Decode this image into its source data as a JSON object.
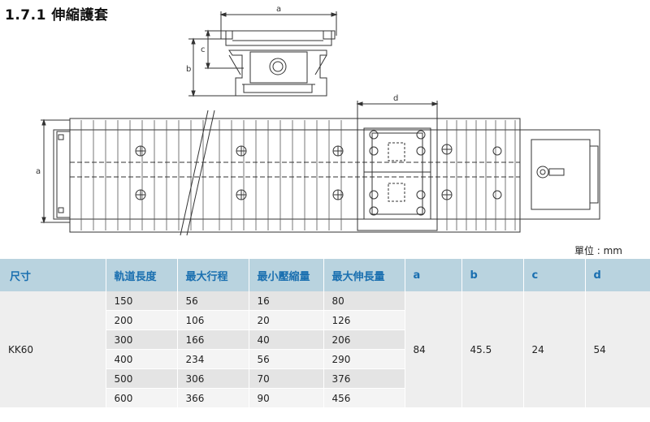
{
  "section_title": "1.7.1 伸縮護套",
  "dimension_labels": {
    "a_top": "a",
    "b": "b",
    "c": "c",
    "d": "d",
    "a_side": "a"
  },
  "unit_label": "單位 : mm",
  "table": {
    "headers": [
      "尺寸",
      "軌道長度",
      "最大行程",
      "最小壓縮量",
      "最大伸長量",
      "a",
      "b",
      "c",
      "d"
    ],
    "model": "KK60",
    "rows": [
      [
        "150",
        "56",
        "16",
        "80"
      ],
      [
        "200",
        "106",
        "20",
        "126"
      ],
      [
        "300",
        "166",
        "40",
        "206"
      ],
      [
        "400",
        "234",
        "56",
        "290"
      ],
      [
        "500",
        "306",
        "70",
        "376"
      ],
      [
        "600",
        "366",
        "90",
        "456"
      ]
    ],
    "merged": {
      "a": "84",
      "b": "45.5",
      "c": "24",
      "d": "54"
    }
  }
}
